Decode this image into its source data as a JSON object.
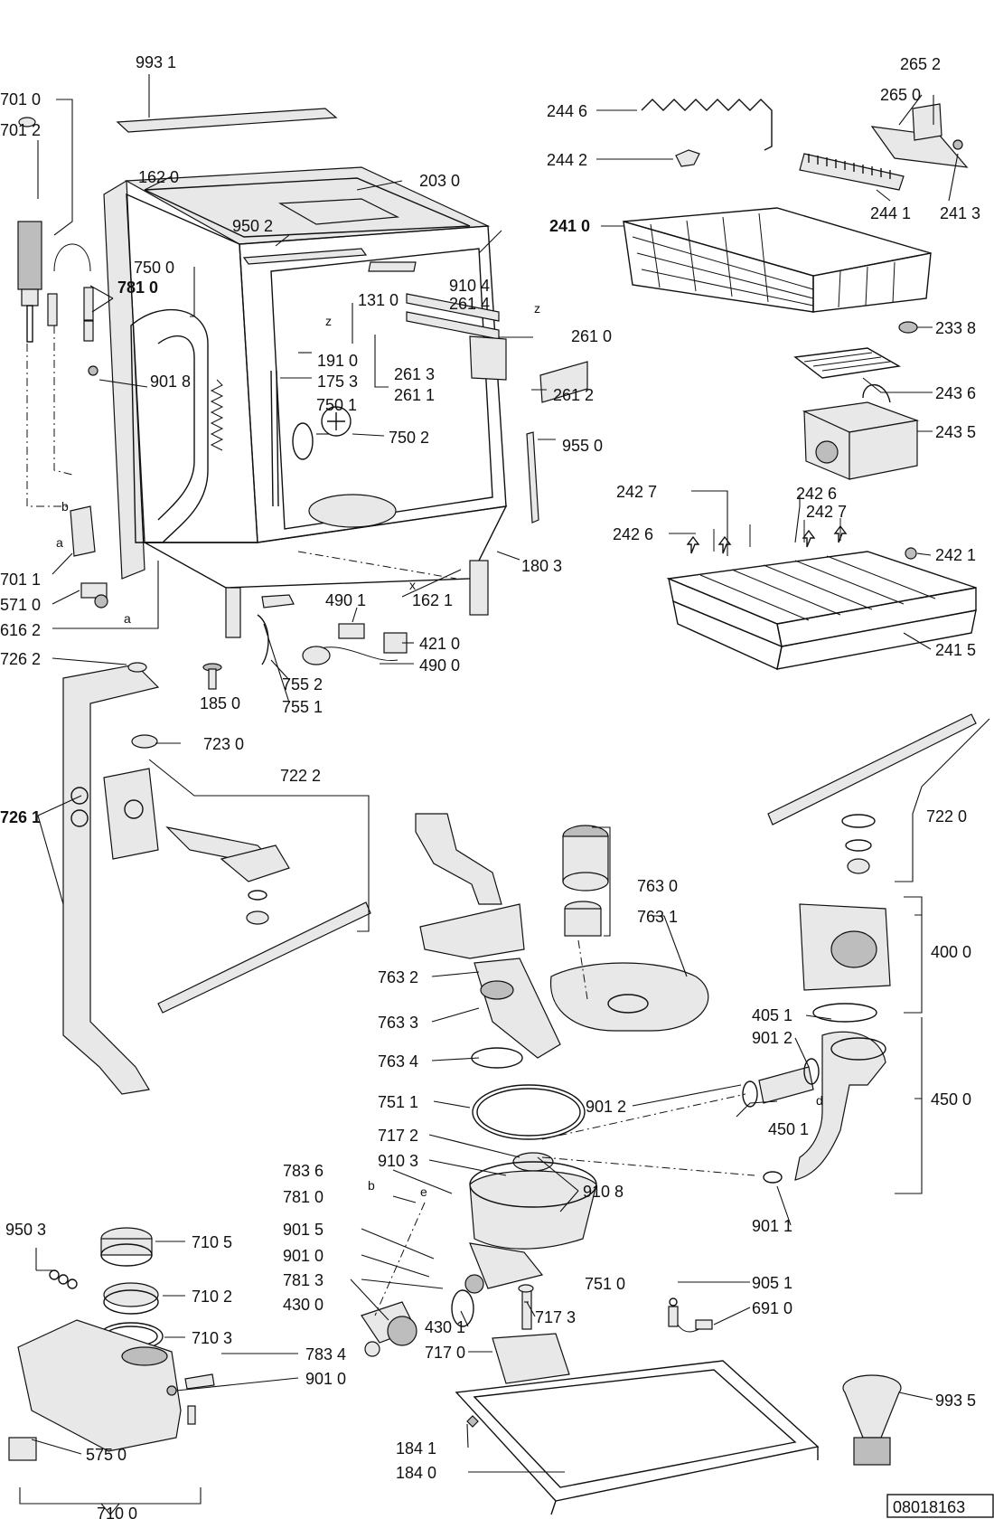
{
  "doc_number": "08018163",
  "callouts": [
    {
      "id": "c9931",
      "text": "993 1"
    },
    {
      "id": "c7010",
      "text": "701 0"
    },
    {
      "id": "c7012",
      "text": "701 2"
    },
    {
      "id": "c1620",
      "text": "162 0"
    },
    {
      "id": "c2030",
      "text": "203 0"
    },
    {
      "id": "c9502",
      "text": "950 2"
    },
    {
      "id": "c7500",
      "text": "750 0"
    },
    {
      "id": "c7810a",
      "text": "781 0"
    },
    {
      "id": "c1310",
      "text": "131 0"
    },
    {
      "id": "c9104",
      "text": "910 4"
    },
    {
      "id": "c2614",
      "text": "261 4"
    },
    {
      "id": "c2610",
      "text": "261 0"
    },
    {
      "id": "c9018",
      "text": "901 8"
    },
    {
      "id": "c1910",
      "text": "191 0"
    },
    {
      "id": "c1753",
      "text": "175 3"
    },
    {
      "id": "c2613",
      "text": "261 3"
    },
    {
      "id": "c2611",
      "text": "261 1"
    },
    {
      "id": "c2612",
      "text": "261 2"
    },
    {
      "id": "c7501",
      "text": "750 1"
    },
    {
      "id": "c7502",
      "text": "750 2"
    },
    {
      "id": "c9550",
      "text": "955 0"
    },
    {
      "id": "c1803",
      "text": "180 3"
    },
    {
      "id": "c7011",
      "text": "701 1"
    },
    {
      "id": "c5710",
      "text": "571 0"
    },
    {
      "id": "c6162",
      "text": "616 2"
    },
    {
      "id": "c4901",
      "text": "490 1"
    },
    {
      "id": "c1621",
      "text": "162 1"
    },
    {
      "id": "c4210",
      "text": "421 0"
    },
    {
      "id": "c4900",
      "text": "490 0"
    },
    {
      "id": "c7262",
      "text": "726 2"
    },
    {
      "id": "c1850",
      "text": "185 0"
    },
    {
      "id": "c7552",
      "text": "755 2"
    },
    {
      "id": "c7551",
      "text": "755 1"
    },
    {
      "id": "c2652",
      "text": "265 2"
    },
    {
      "id": "c2650",
      "text": "265 0"
    },
    {
      "id": "c2446",
      "text": "244 6"
    },
    {
      "id": "c2442",
      "text": "244 2"
    },
    {
      "id": "c2441",
      "text": "244 1"
    },
    {
      "id": "c2413",
      "text": "241 3"
    },
    {
      "id": "c2410",
      "text": "241 0"
    },
    {
      "id": "c2338",
      "text": "233 8"
    },
    {
      "id": "c2436",
      "text": "243 6"
    },
    {
      "id": "c2435",
      "text": "243 5"
    },
    {
      "id": "c2427a",
      "text": "242 7"
    },
    {
      "id": "c2426a",
      "text": "242 6"
    },
    {
      "id": "c2427b",
      "text": "242 7"
    },
    {
      "id": "c2426b",
      "text": "242 6"
    },
    {
      "id": "c2421",
      "text": "242 1"
    },
    {
      "id": "c2415",
      "text": "241 5"
    },
    {
      "id": "c7230",
      "text": "723 0"
    },
    {
      "id": "c7222",
      "text": "722 2"
    },
    {
      "id": "c7261",
      "text": "726 1"
    },
    {
      "id": "c7220",
      "text": "722 0"
    },
    {
      "id": "c7630",
      "text": "763 0"
    },
    {
      "id": "c7631",
      "text": "763 1"
    },
    {
      "id": "c7632",
      "text": "763 2"
    },
    {
      "id": "c7633",
      "text": "763 3"
    },
    {
      "id": "c7634",
      "text": "763 4"
    },
    {
      "id": "c4000",
      "text": "400 0"
    },
    {
      "id": "c4051",
      "text": "405 1"
    },
    {
      "id": "c9012a",
      "text": "901 2"
    },
    {
      "id": "c4500",
      "text": "450 0"
    },
    {
      "id": "c7511",
      "text": "751 1"
    },
    {
      "id": "c9012b",
      "text": "901 2"
    },
    {
      "id": "c4501",
      "text": "450 1"
    },
    {
      "id": "c7172",
      "text": "717 2"
    },
    {
      "id": "c9103",
      "text": "910 3"
    },
    {
      "id": "c7836",
      "text": "783 6"
    },
    {
      "id": "c9108",
      "text": "910 8"
    },
    {
      "id": "c7810b",
      "text": "781 0"
    },
    {
      "id": "c9011",
      "text": "901 1"
    },
    {
      "id": "c9503",
      "text": "950 3"
    },
    {
      "id": "c7105",
      "text": "710 5"
    },
    {
      "id": "c9015",
      "text": "901 5"
    },
    {
      "id": "c7102",
      "text": "710 2"
    },
    {
      "id": "c9010a",
      "text": "901 0"
    },
    {
      "id": "c7813",
      "text": "781 3"
    },
    {
      "id": "c7510",
      "text": "751 0"
    },
    {
      "id": "c7103",
      "text": "710 3"
    },
    {
      "id": "c4300",
      "text": "430 0"
    },
    {
      "id": "c9051",
      "text": "905 1"
    },
    {
      "id": "c7173",
      "text": "717 3"
    },
    {
      "id": "c6910",
      "text": "691 0"
    },
    {
      "id": "c4301",
      "text": "430 1"
    },
    {
      "id": "c7170",
      "text": "717 0"
    },
    {
      "id": "c7834",
      "text": "783 4"
    },
    {
      "id": "c9010b",
      "text": "901 0"
    },
    {
      "id": "c9935",
      "text": "993 5"
    },
    {
      "id": "c5750",
      "text": "575 0"
    },
    {
      "id": "c1841",
      "text": "184 1"
    },
    {
      "id": "c1840",
      "text": "184 0"
    },
    {
      "id": "c7100",
      "text": "710 0"
    }
  ],
  "connector_letters": {
    "a1": "a",
    "a2": "a",
    "b1": "b",
    "b2": "b",
    "z1": "z",
    "z2": "z",
    "x1": "x",
    "d1": "d",
    "e1": "e"
  }
}
